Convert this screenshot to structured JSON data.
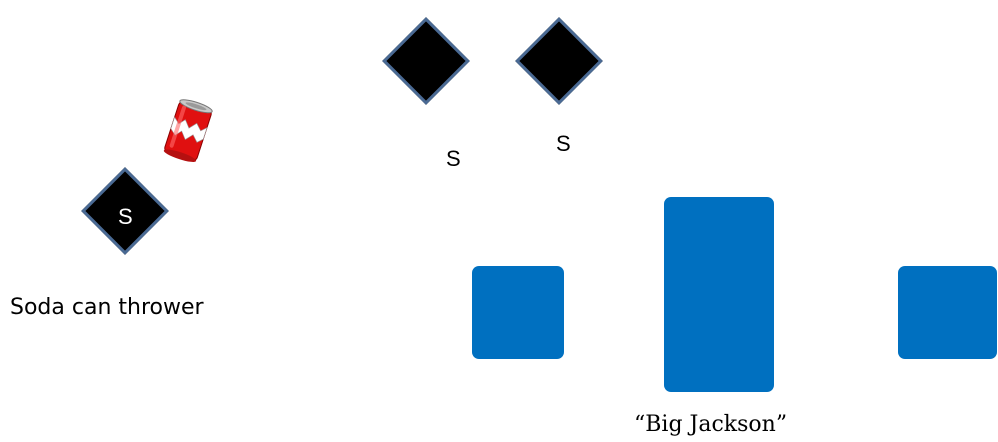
{
  "thrower": {
    "diamond_label": "S",
    "caption": "Soda can thrower"
  },
  "upper_units": [
    {
      "label": "S"
    },
    {
      "label": "S"
    }
  ],
  "blocks": {
    "caption": "“Big Jackson”",
    "color": "#0070c0"
  },
  "colors": {
    "diamond_fill": "#000000",
    "diamond_border": "#4a6a94",
    "can_red": "#e01010"
  },
  "icons": {
    "can": "soda-can-icon"
  }
}
